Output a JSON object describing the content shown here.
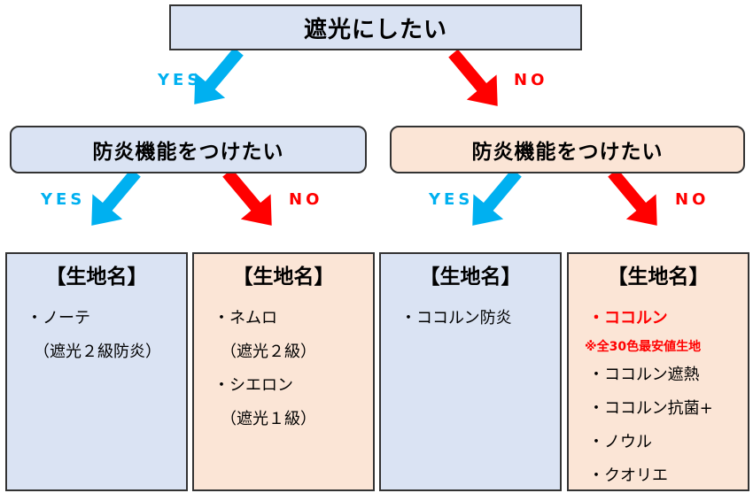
{
  "root": {
    "label": "遮光にしたい"
  },
  "branch_yes_label": "YES",
  "branch_no_label": "NO",
  "level2": {
    "left": {
      "label": "防炎機能をつけたい"
    },
    "right": {
      "label": "防炎機能をつけたい"
    }
  },
  "leaves": [
    {
      "title": "【生地名】",
      "lines": [
        "・ノーテ",
        "（遮光２級防炎）"
      ]
    },
    {
      "title": "【生地名】",
      "lines": [
        "・ネムロ",
        "（遮光２級）",
        "・シエロン",
        "（遮光１級）"
      ]
    },
    {
      "title": "【生地名】",
      "lines": [
        "・ココルン防炎"
      ]
    },
    {
      "title": "【生地名】",
      "lines": [
        "・ココルン",
        "※全30色最安値生地",
        "・ココルン遮熱",
        "・ココルン抗菌+",
        "・ノウル",
        "・クオリエ"
      ]
    }
  ],
  "colors": {
    "yes_arrow": "#00b0f0",
    "no_arrow": "#ff0000",
    "blue_box": "#dae3f3",
    "peach_box": "#fbe5d6",
    "highlight_text": "#ff0000"
  }
}
